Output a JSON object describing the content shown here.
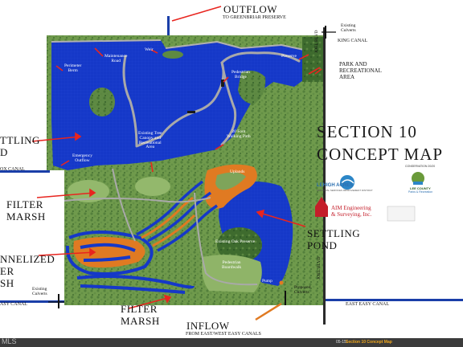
{
  "title": {
    "line1": "SECTION 10",
    "line2": "CONCEPT MAP"
  },
  "labels": {
    "outflow": "OUTFLOW",
    "outflow_sub": "TO GREENBRIAR PRESERVE",
    "existing_culverts_top": "Existing\nCulverts",
    "king_canal": "KING CANAL",
    "park_rec": "PARK AND\nRECREATIONAL\nAREA",
    "settling_left": "TTLING\nD",
    "ox_canal": "OX CANAL",
    "filter_marsh_left": "FILTER\nMARSH",
    "channelized": "NNELIZED\nER\nSH",
    "existing_culverts_bottom": "Existing\nCulverts",
    "easy_canal_left": "ASY CANAL",
    "filter_marsh_bottom": "FILTER\nMARSH",
    "inflow": "INFLOW",
    "inflow_sub": "FROM EAST/WEST EASY CANALS",
    "proposed_culverts": "Proposed\nCulverts",
    "east_easy_canal": "EAST EASY CANAL",
    "joel_blvd_upper": "JOEL BLVD",
    "joel_blvd_lower": "JOEL BLVD",
    "settling_pond": "SETTLING\nPOND"
  },
  "map_labels": {
    "weir": "Weir",
    "maintenance_road": "Maintenance\nRoad",
    "perimeter_berm": "Perimeter\nBerm",
    "pedestrian_bridge": "Pedestrian\nBridge",
    "preserve": "Preserve",
    "emergency_outflow": "Emergency\nOutflow",
    "existing_tree_canopy": "Existing Tree\nCanopy and\nRecreational\nArea",
    "walking_path": "20 Foot\nWalking Path",
    "uplands": "Uplands",
    "existing_oak_preserve": "Existing Oak Preserve",
    "pedestrian_boardwalk": "Pedestrian\nBoardwalk",
    "pump": "Pump"
  },
  "logos": {
    "lehigh": "LEHIGH ACRES",
    "lehigh_sub": "MUNICIPAL SERVICES IMPROVEMENT DISTRICT",
    "conservation": "CONSERVATION 20/20",
    "lee_county": "LEE COUNTY",
    "lee_sub": "Parks & Recreation",
    "aim_line1": "AIM Engineering",
    "aim_line2": "& Surveying, Inc."
  },
  "footer": {
    "number": "05-15",
    "title": "Section 10 Concept Map",
    "corner": "MLS"
  },
  "colors": {
    "water": "#1538c8",
    "marsh": "#7ea45a",
    "dark_marsh": "#4c7a3a",
    "orange": "#e07a22",
    "path": "#a9a9a9",
    "arrow": "#e8251f",
    "accent": "#f2a81c"
  }
}
